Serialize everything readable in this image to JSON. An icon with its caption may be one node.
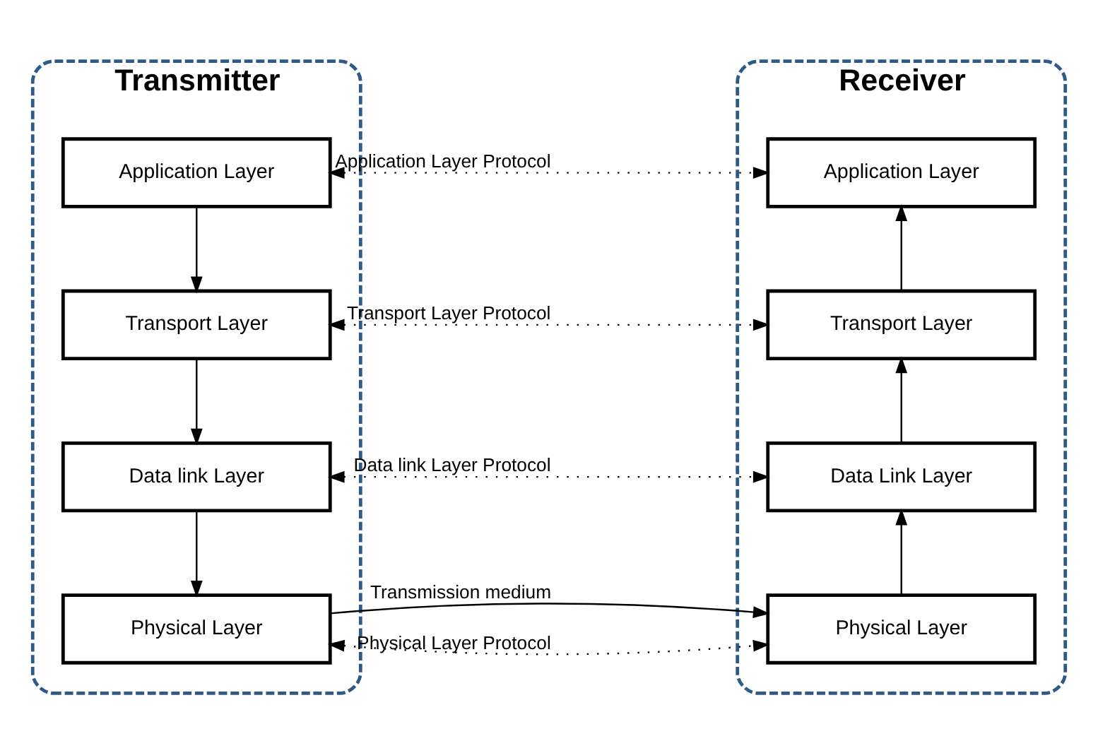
{
  "diagram": {
    "nodes": [
      {
        "text": [
          "Transmitter"
        ]
      },
      {
        "text": [
          "Application Layer"
        ],
        "in": 0
      },
      {
        "text": [
          "Transport Layer"
        ],
        "in": 0
      },
      {
        "text": [
          "Data link Layer"
        ],
        "in": 0
      },
      {
        "text": [
          "Physical Layer"
        ],
        "in": 0
      },
      {
        "text": [
          "Receiver"
        ]
      },
      {
        "text": [
          "Application Layer"
        ],
        "in": 5
      },
      {
        "text": [
          "Transport Layer"
        ],
        "in": 5
      },
      {
        "text": [
          "Data Link Layer"
        ],
        "in": 5
      },
      {
        "text": [
          "Physical Layer"
        ],
        "in": 5
      }
    ],
    "edges": [
      {
        "from": 1,
        "to": 2,
        "arrow": "to"
      },
      {
        "from": 2,
        "to": 3,
        "arrow": "to"
      },
      {
        "from": 3,
        "to": 4,
        "arrow": "to"
      },
      {
        "from": 9,
        "to": 8,
        "arrow": "to"
      },
      {
        "from": 8,
        "to": 7,
        "arrow": "to"
      },
      {
        "from": 7,
        "to": 6,
        "arrow": "to"
      },
      {
        "from": 1,
        "to": 6,
        "arrow": "both",
        "label": "Application Layer Protocol",
        "style": "dashed"
      },
      {
        "from": 2,
        "to": 7,
        "arrow": "both",
        "label": "Transport Layer Protocol",
        "style": "dashed"
      },
      {
        "from": 3,
        "to": 8,
        "arrow": "both",
        "label": "Data link Layer Protocol",
        "style": "dashed"
      },
      {
        "from": 4,
        "to": 9,
        "arrow": "both",
        "label": "Physical Layer Protocol",
        "style": "dashed"
      },
      {
        "from": 4,
        "to": 9,
        "arrow": "to",
        "label": "Transmission medium"
      }
    ]
  }
}
